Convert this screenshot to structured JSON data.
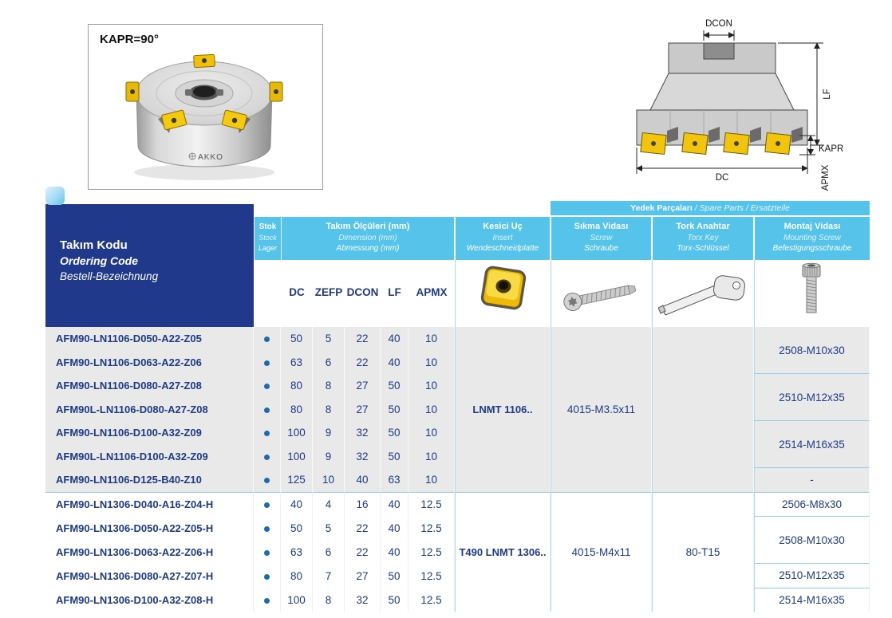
{
  "colors": {
    "dark_blue": "#21398b",
    "light_blue": "#55c3ea",
    "text_navy": "#1e3a85",
    "row_gray": "#e9e9e9",
    "insert_yellow": "#f2c40c",
    "stock_dot_blue": "#1d6ab2"
  },
  "photo": {
    "kapr_label": "KAPR=90°",
    "engraving": "AKKO"
  },
  "drawing": {
    "dcon_label": "DCON",
    "lf_label": "LF",
    "kapr_label": "KAPR",
    "dc_label": "DC",
    "apmx_label": "APMX"
  },
  "table": {
    "ordering": {
      "tr": "Takım Kodu",
      "en": "Ordering Code",
      "de": "Bestell-Bezeichnung"
    },
    "stock": {
      "tr": "Stok",
      "en": "Stock",
      "de": "Lager"
    },
    "dims": {
      "tr": "Takım Ölçüleri (mm)",
      "en": "Dimension (mm)",
      "de": "Abmessung (mm)"
    },
    "insert": {
      "tr": "Kesici Uç",
      "en": "Insert",
      "de": "Wendeschneidplatte"
    },
    "spare": {
      "tr": "Yedek Parçaları",
      "en": "Spare Parts",
      "de": "Ersatzteile",
      "sep": " / "
    },
    "screw": {
      "tr": "Sıkma Vidası",
      "en": "Screw",
      "de": "Schraube"
    },
    "torx": {
      "tr": "Tork Anahtar",
      "en": "Torx Key",
      "de": "Torx-Schlüssel"
    },
    "mounting": {
      "tr": "Montaj Vidası",
      "en": "Mounting Screw",
      "de": "Befestigungsschraube"
    },
    "dim_cols": {
      "dc": "DC",
      "zefp": "ZEFP",
      "dcon": "DCON",
      "lf": "LF",
      "apmx": "APMX"
    },
    "groups": {
      "g1": {
        "insert": "LNMT 1106..",
        "screw": "4015-M3.5x11"
      },
      "g2": {
        "insert": "T490 LNMT 1306..",
        "screw": "4015-M4x11",
        "torx": "80-T15"
      }
    },
    "mounting_values": [
      "2508-M10x30",
      "2510-M12x35",
      "2514-M16x35",
      "-",
      "2506-M8x30",
      "2508-M10x30",
      "2510-M12x35",
      "2514-M16x35"
    ],
    "rows": [
      {
        "code": "AFM90-LN1106-D050-A22-Z05",
        "dc": "50",
        "zefp": "5",
        "dcon": "22",
        "lf": "40",
        "apmx": "10"
      },
      {
        "code": "AFM90-LN1106-D063-A22-Z06",
        "dc": "63",
        "zefp": "6",
        "dcon": "22",
        "lf": "40",
        "apmx": "10"
      },
      {
        "code": "AFM90-LN1106-D080-A27-Z08",
        "dc": "80",
        "zefp": "8",
        "dcon": "27",
        "lf": "50",
        "apmx": "10"
      },
      {
        "code": "AFM90L-LN1106-D080-A27-Z08",
        "dc": "80",
        "zefp": "8",
        "dcon": "27",
        "lf": "50",
        "apmx": "10"
      },
      {
        "code": "AFM90-LN1106-D100-A32-Z09",
        "dc": "100",
        "zefp": "9",
        "dcon": "32",
        "lf": "50",
        "apmx": "10"
      },
      {
        "code": "AFM90L-LN1106-D100-A32-Z09",
        "dc": "100",
        "zefp": "9",
        "dcon": "32",
        "lf": "50",
        "apmx": "10"
      },
      {
        "code": "AFM90-LN1106-D125-B40-Z10",
        "dc": "125",
        "zefp": "10",
        "dcon": "40",
        "lf": "63",
        "apmx": "10"
      },
      {
        "code": "AFM90-LN1306-D040-A16-Z04-H",
        "dc": "40",
        "zefp": "4",
        "dcon": "16",
        "lf": "40",
        "apmx": "12.5"
      },
      {
        "code": "AFM90-LN1306-D050-A22-Z05-H",
        "dc": "50",
        "zefp": "5",
        "dcon": "22",
        "lf": "40",
        "apmx": "12.5"
      },
      {
        "code": "AFM90-LN1306-D063-A22-Z06-H",
        "dc": "63",
        "zefp": "6",
        "dcon": "22",
        "lf": "40",
        "apmx": "12.5"
      },
      {
        "code": "AFM90-LN1306-D080-A27-Z07-H",
        "dc": "80",
        "zefp": "7",
        "dcon": "27",
        "lf": "50",
        "apmx": "12.5"
      },
      {
        "code": "AFM90-LN1306-D100-A32-Z08-H",
        "dc": "100",
        "zefp": "8",
        "dcon": "32",
        "lf": "50",
        "apmx": "12.5"
      }
    ]
  }
}
